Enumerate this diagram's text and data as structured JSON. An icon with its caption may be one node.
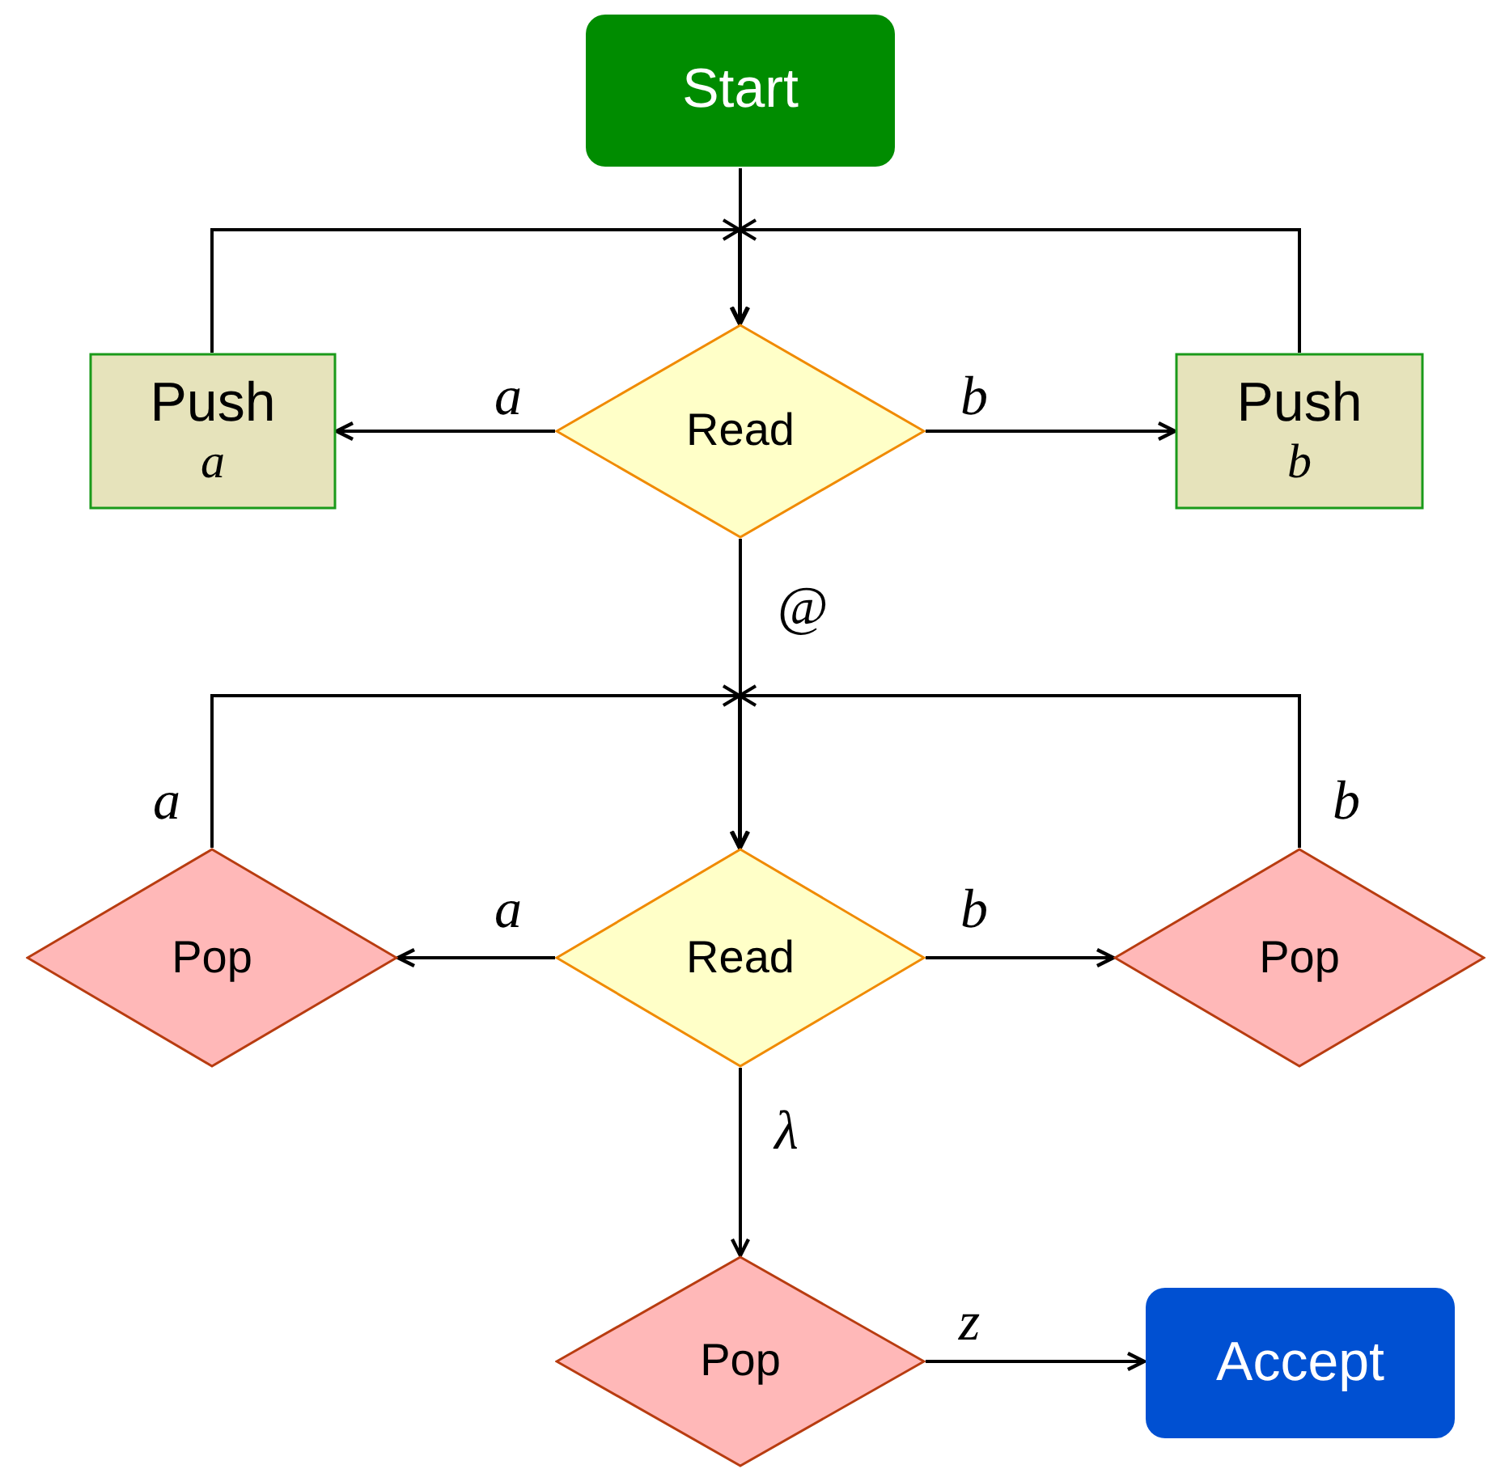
{
  "diagram": {
    "nodes": [
      {
        "text": [
          "Start"
        ]
      },
      {
        "text": [
          "Push",
          "a"
        ]
      },
      {
        "text": [
          "Read"
        ]
      },
      {
        "text": [
          "Push",
          "b"
        ]
      },
      {
        "text": [
          "Pop"
        ]
      },
      {
        "text": [
          "Read"
        ]
      },
      {
        "text": [
          "Pop"
        ]
      },
      {
        "text": [
          "Pop"
        ]
      },
      {
        "text": [
          "Accept"
        ]
      }
    ],
    "edges": [
      {
        "from": 0,
        "to": 2,
        "arrow": "to"
      },
      {
        "from": 1,
        "to": 2,
        "arrow": "to"
      },
      {
        "from": 3,
        "to": 2,
        "arrow": "to"
      },
      {
        "from": 2,
        "to": 1,
        "arrow": "to",
        "label": "a"
      },
      {
        "from": 2,
        "to": 3,
        "arrow": "to",
        "label": "b"
      },
      {
        "from": 2,
        "to": 5,
        "arrow": "to",
        "label": "@"
      },
      {
        "from": 4,
        "to": 5,
        "arrow": "to",
        "label": "a"
      },
      {
        "from": 6,
        "to": 5,
        "arrow": "to",
        "label": "b"
      },
      {
        "from": 5,
        "to": 4,
        "arrow": "to",
        "label": "a"
      },
      {
        "from": 5,
        "to": 6,
        "arrow": "to",
        "label": "b"
      },
      {
        "from": 5,
        "to": 7,
        "arrow": "to",
        "label": "λ"
      },
      {
        "from": 7,
        "to": 8,
        "arrow": "to",
        "label": "z"
      }
    ]
  }
}
